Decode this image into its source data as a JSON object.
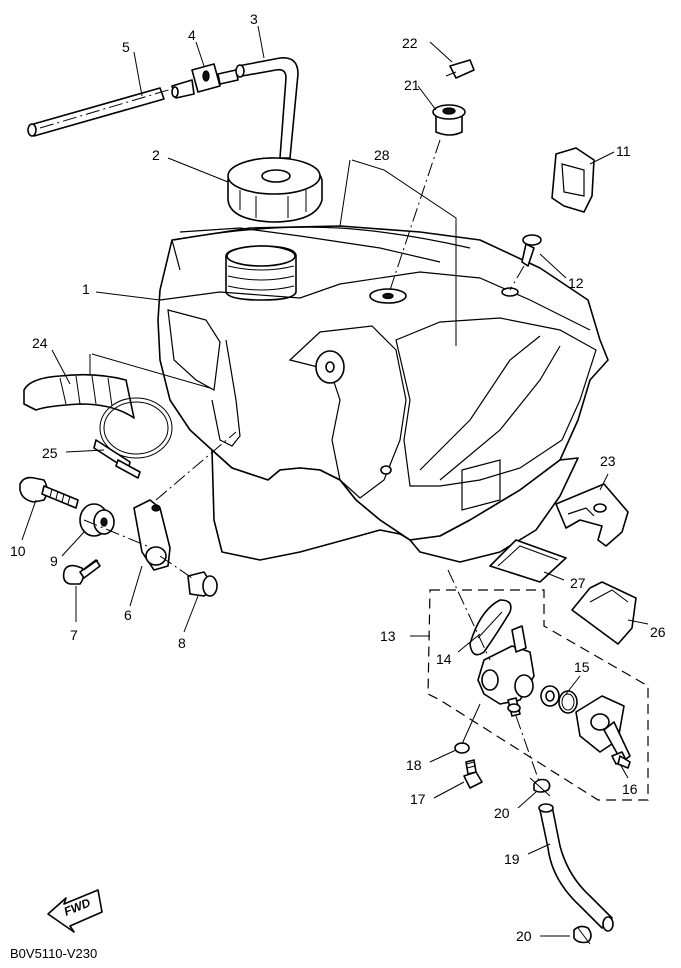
{
  "diagram": {
    "code": "B0V5110-V230",
    "fwd_label": "FWD",
    "callouts": {
      "c1": "1",
      "c2": "2",
      "c3": "3",
      "c4": "4",
      "c5": "5",
      "c6": "6",
      "c7": "7",
      "c8": "8",
      "c9": "9",
      "c10": "10",
      "c11": "11",
      "c12": "12",
      "c13": "13",
      "c14": "14",
      "c15": "15",
      "c16": "16",
      "c17": "17",
      "c18": "18",
      "c19": "19",
      "c20a": "20",
      "c20b": "20",
      "c21": "21",
      "c22": "22",
      "c23": "23",
      "c24": "24",
      "c25": "25",
      "c26": "26",
      "c27": "27",
      "c28": "28"
    }
  }
}
